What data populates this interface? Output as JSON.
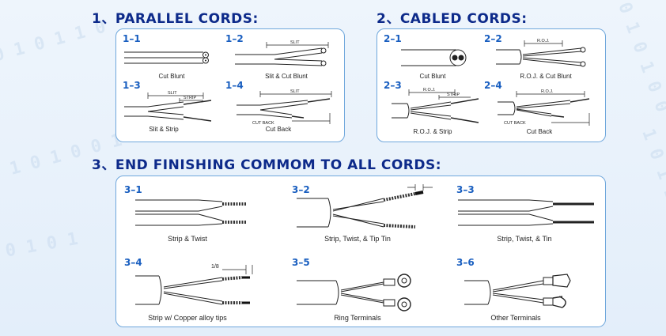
{
  "sections": [
    {
      "title": "1、PARALLEL CORDS:"
    },
    {
      "title": "2、CABLED CORDS:"
    },
    {
      "title": "3、END FINISHING COMMOM TO ALL CORDS:"
    }
  ],
  "parallel": [
    {
      "num": "1–1",
      "caption": "Cut Blunt"
    },
    {
      "num": "1–2",
      "caption": "Slit & Cut Blunt",
      "labels": [
        "SLIT"
      ]
    },
    {
      "num": "1–3",
      "caption": "Slit & Strip",
      "labels": [
        "SLIT",
        "STRIP"
      ]
    },
    {
      "num": "1–4",
      "caption": "Cut Back",
      "labels": [
        "SLIT",
        "CUT BACK"
      ]
    }
  ],
  "cabled": [
    {
      "num": "2–1",
      "caption": "Cut Blunt"
    },
    {
      "num": "2–2",
      "caption": "R.O.J. & Cut Blunt",
      "labels": [
        "R.O.J."
      ]
    },
    {
      "num": "2–3",
      "caption": "R.O.J. & Strip",
      "labels": [
        "R.O.J.",
        "STRIP"
      ]
    },
    {
      "num": "2–4",
      "caption": "Cut Back",
      "labels": [
        "R.O.J.",
        "CUT BACK"
      ]
    }
  ],
  "finishing": [
    {
      "num": "3–1",
      "caption": "Strip & Twist"
    },
    {
      "num": "3–2",
      "caption": "Strip, Twist, & Tip Tin"
    },
    {
      "num": "3–3",
      "caption": "Strip, Twist, & Tin"
    },
    {
      "num": "3–4",
      "caption": "Strip w/ Copper alloy tips",
      "labels": [
        "1/8"
      ]
    },
    {
      "num": "3–5",
      "caption": "Ring Terminals"
    },
    {
      "num": "3–6",
      "caption": "Other Terminals"
    }
  ],
  "colors": {
    "heading": "#0d2a8a",
    "number": "#1a5fc0",
    "border": "#6fa7dc"
  }
}
